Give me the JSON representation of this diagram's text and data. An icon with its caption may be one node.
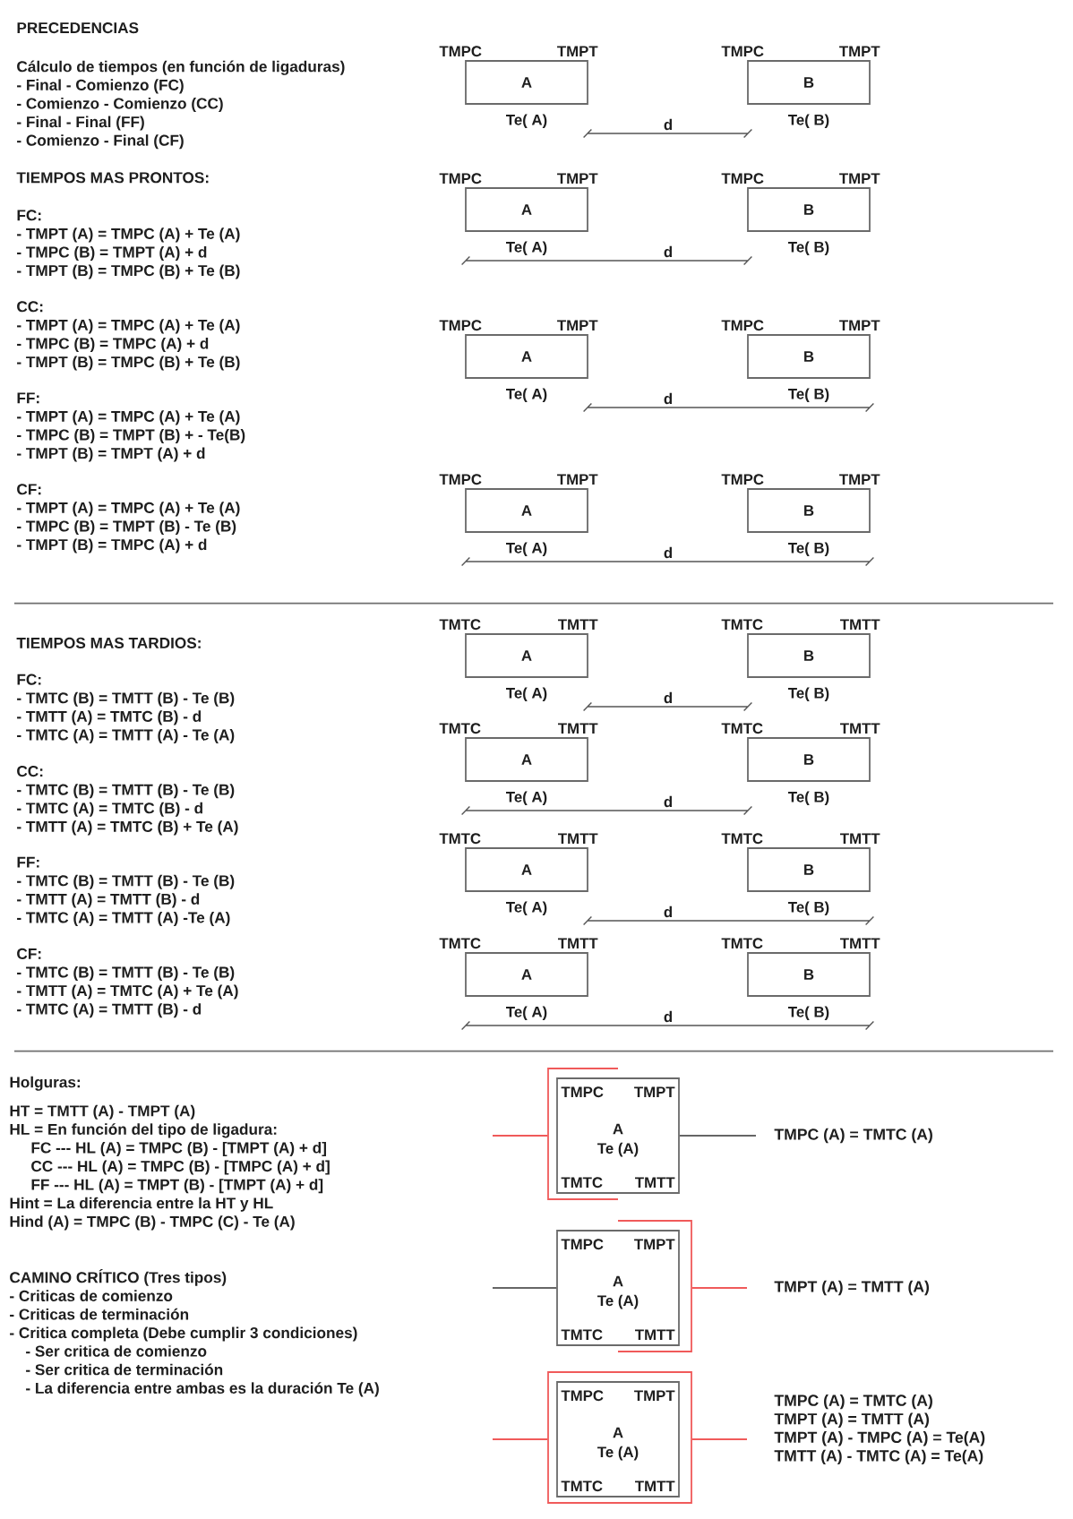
{
  "diagram": {
    "title": "PRECEDENCIAS",
    "nodes": [
      {
        "text": [
          "A"
        ],
        "beside": [
          "TMPC",
          "TMPT",
          "Te( A)"
        ]
      },
      {
        "text": [
          "B"
        ],
        "beside": [
          "TMPC",
          "TMPT",
          "Te( B)"
        ]
      },
      {
        "text": [
          "A"
        ],
        "beside": [
          "TMPC",
          "TMPT",
          "Te( A)"
        ]
      },
      {
        "text": [
          "B"
        ],
        "beside": [
          "TMPC",
          "TMPT",
          "Te( B)"
        ]
      },
      {
        "text": [
          "A"
        ],
        "beside": [
          "TMPC",
          "TMPT",
          "Te( A)"
        ]
      },
      {
        "text": [
          "B"
        ],
        "beside": [
          "TMPC",
          "TMPT",
          "Te( B)"
        ]
      },
      {
        "text": [
          "A"
        ],
        "beside": [
          "TMPC",
          "TMPT",
          "Te( A)"
        ]
      },
      {
        "text": [
          "B"
        ],
        "beside": [
          "TMPC",
          "TMPT",
          "Te( B)"
        ]
      },
      {
        "text": [
          "A"
        ],
        "beside": [
          "TMTC",
          "TMTT",
          "Te( A)"
        ]
      },
      {
        "text": [
          "B"
        ],
        "beside": [
          "TMTC",
          "TMTT",
          "Te( B)"
        ]
      },
      {
        "text": [
          "A"
        ],
        "beside": [
          "TMTC",
          "TMTT",
          "Te( A)"
        ]
      },
      {
        "text": [
          "B"
        ],
        "beside": [
          "TMTC",
          "TMTT",
          "Te( B)"
        ]
      },
      {
        "text": [
          "A"
        ],
        "beside": [
          "TMTC",
          "TMTT",
          "Te( A)"
        ]
      },
      {
        "text": [
          "B"
        ],
        "beside": [
          "TMTC",
          "TMTT",
          "Te( B)"
        ]
      },
      {
        "text": [
          "A"
        ],
        "beside": [
          "TMTC",
          "TMTT",
          "Te( A)"
        ]
      },
      {
        "text": [
          "B"
        ],
        "beside": [
          "TMTC",
          "TMTT",
          "Te( B)"
        ]
      },
      {
        "text": [
          "TMPC",
          "TMPT",
          "A",
          "Te (A)",
          "TMTC",
          "TMTT"
        ]
      },
      {
        "text": [
          "TMPC (A) = TMTC (A)"
        ]
      },
      {
        "text": [
          "TMPC",
          "TMPT",
          "A",
          "Te (A)",
          "TMTC",
          "TMTT"
        ]
      },
      {
        "text": [
          "TMPT (A) = TMTT (A)"
        ]
      },
      {
        "text": [
          "TMPC",
          "TMPT",
          "A",
          "Te (A)",
          "TMTC",
          "TMTT"
        ]
      },
      {
        "text": [
          "TMPC (A) = TMTC (A)",
          "TMPT (A) = TMTT (A)",
          "TMPT (A) - TMPC (A) = Te(A)",
          "TMTT (A) - TMTC (A) = Te(A)"
        ]
      }
    ],
    "edges": [
      {
        "from": null,
        "to": 16,
        "arrow": "none"
      },
      {
        "from": 16,
        "to": 17,
        "arrow": "none",
        "color": "#666666"
      },
      {
        "from": null,
        "to": 18,
        "arrow": "none",
        "color": "#666666"
      },
      {
        "from": 18,
        "to": 19,
        "arrow": "none"
      },
      {
        "from": null,
        "to": 20,
        "arrow": "none"
      },
      {
        "from": 20,
        "to": 21,
        "arrow": "none"
      }
    ],
    "labels": [
      "Cálculo de tiempos (en función de ligaduras)",
      "- Final - Comienzo (FC)",
      "- Comienzo - Comienzo (CC)",
      "- Final - Final (FF)",
      "- Comienzo - Final (CF)",
      "d",
      "TIEMPOS MAS PRONTOS:",
      "FC:",
      "- TMPT (A) = TMPC (A) + Te (A)",
      "- TMPC (B) = TMPT (A) + d",
      "- TMPT (B) = TMPC (B) + Te (B)",
      "CC:",
      "- TMPT (A) = TMPC (A) + Te (A)",
      "- TMPC (B) = TMPC (A) + d",
      "- TMPT (B) = TMPC (B) + Te (B)",
      "FF:",
      "- TMPT (A) = TMPC (A) + Te (A)",
      "- TMPC (B) = TMPT (B) + - Te(B)",
      "- TMPT (B) = TMPT (A) + d",
      "CF:",
      "- TMPT (A) = TMPC (A) + Te (A)",
      "- TMPC (B) = TMPT (B) - Te (B)",
      "- TMPT (B) = TMPC (A) + d",
      "d",
      "d",
      "d",
      "TIEMPOS MAS TARDIOS:",
      "FC:",
      "- TMTC (B) = TMTT (B) - Te (B)",
      "- TMTT (A) = TMTC (B) - d",
      "- TMTC (A) = TMTT (A) - Te (A)",
      "CC:",
      "- TMTC (B) = TMTT (B) - Te (B)",
      "- TMTC (A) = TMTC (B) - d",
      "- TMTT (A) = TMTC (B) + Te (A)",
      "FF:",
      "- TMTC (B) = TMTT (B) - Te (B)",
      "- TMTT (A) = TMTT (B) - d",
      "- TMTC (A) = TMTT (A) -Te (A)",
      "CF:",
      "- TMTC (B) = TMTT (B) - Te (B)",
      "- TMTT (A) = TMTC (A) + Te (A)",
      "- TMTC (A) = TMTT (B) - d",
      "d",
      "d",
      "d",
      "d",
      "Holguras:",
      "HT = TMTT (A) - TMPT (A)",
      "HL = En función del tipo de ligadura:",
      "FC --- HL (A) = TMPC (B) - [TMPT (A) + d]",
      "CC --- HL (A) = TMPC (B) - [TMPC (A) + d]",
      "FF --- HL (A) = TMPT (B) - [TMPT (A) + d]",
      "Hint = La diferencia entre la HT y HL",
      "Hind (A) = TMPC (B) - TMPC (C) - Te (A)",
      "CAMINO CRÍTICO (Tres tipos)",
      "- Criticas de comienzo",
      "- Criticas de terminación",
      "- Critica completa (Debe cumplir 3 condiciones)",
      "- Ser critica de comienzo",
      "- Ser critica de terminación",
      "- La diferencia entre ambas es la duración Te (A)"
    ]
  }
}
